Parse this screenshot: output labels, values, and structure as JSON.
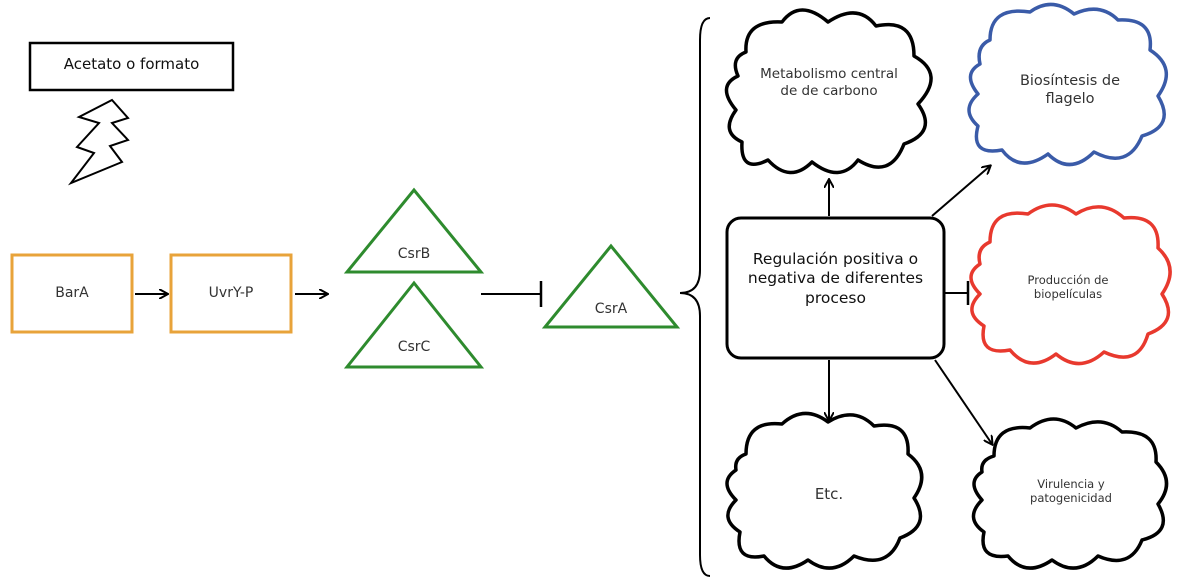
{
  "signal": {
    "label": "Acetato o formato"
  },
  "sensors": {
    "bara": "BarA",
    "uvry": "UvrY-P"
  },
  "small_rnas": {
    "csrb": "CsrB",
    "csrc": "CsrC"
  },
  "regulator": {
    "csra": "CsrA"
  },
  "hub": {
    "label": "Regulación positiva o negativa de diferentes proceso"
  },
  "processes": {
    "metabolism": "Metabolismo central de de carbono",
    "flagellum": "Biosíntesis de flagelo",
    "biofilm": "Producción de biopelículas",
    "virulence": "Virulencia y patogenicidad",
    "etc": "Etc."
  },
  "colors": {
    "orange": "#E8A33A",
    "green": "#2E8B2E",
    "blue": "#3A5BA8",
    "red": "#E8392E",
    "black": "#000000"
  }
}
